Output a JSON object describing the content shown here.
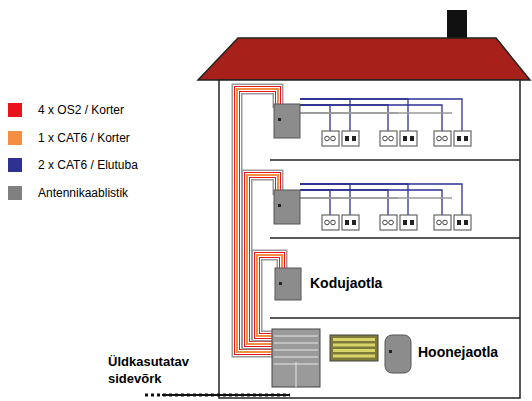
{
  "diagram": {
    "labels": [
      "Kodujaotla",
      "Hoonejaotla",
      "Üldkasutatav sidevõrk"
    ],
    "legend": [
      {
        "text": "4 x OS2 / Korter",
        "color": "#e8141c"
      },
      {
        "text": "1 x CAT6 / Korter",
        "color": "#f58d42"
      },
      {
        "text": "2 x CAT6 / Elutuba",
        "color": "#2e3192"
      },
      {
        "text": "Antennikaablistik",
        "color": "#808080"
      }
    ]
  }
}
